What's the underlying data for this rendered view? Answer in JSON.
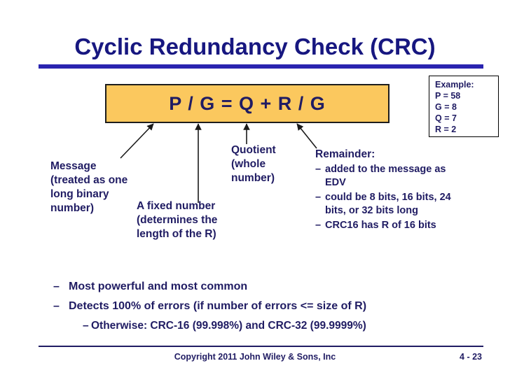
{
  "slide": {
    "title": "Cyclic Redundancy Check (CRC)",
    "formula": "P / G = Q + R / G",
    "colors": {
      "title_blue": "#171780",
      "rule_blue": "#2a24b0",
      "text_navy": "#201c63",
      "box_fill": "#fbc85e",
      "box_border": "#1d1d1d"
    }
  },
  "example_box": {
    "heading": "Example:",
    "lines": [
      "P = 58",
      "G = 8",
      "Q = 7",
      "R  = 2"
    ]
  },
  "callouts": {
    "message": "Message (treated as one long binary number)",
    "fixed_number": "A fixed number (determines the length of the R)",
    "quotient": "Quotient (whole number)"
  },
  "remainder": {
    "title": "Remainder:",
    "dash": "–",
    "items": [
      "added to the message as EDV",
      "could be 8 bits, 16 bits, 24 bits, or 32 bits long",
      "CRC16 has R of 16 bits"
    ]
  },
  "bottom_bullets": {
    "dash": "–",
    "items": [
      "Most powerful and most common",
      "Detects 100% of errors (if number of errors <= size of R)"
    ],
    "sub_items": [
      "Otherwise: CRC-16 (99.998%) and CRC-32 (99.9999%)"
    ]
  },
  "footer": {
    "copyright": "Copyright 2011 John Wiley & Sons, Inc",
    "page_number": "4 - 23"
  }
}
